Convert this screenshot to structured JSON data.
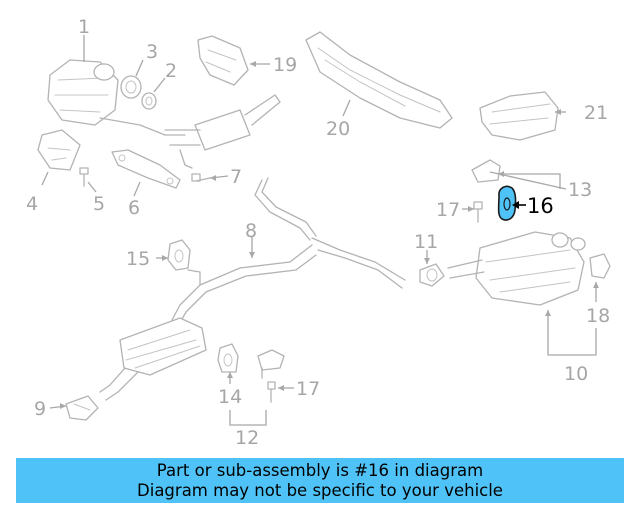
{
  "callouts": {
    "c1": "1",
    "c2": "2",
    "c3": "3",
    "c4": "4",
    "c5": "5",
    "c6": "6",
    "c7": "7",
    "c8": "8",
    "c9": "9",
    "c10": "10",
    "c11": "11",
    "c12": "12",
    "c13": "13",
    "c14": "14",
    "c15": "15",
    "c16": "16",
    "c17a": "17",
    "c17b": "17",
    "c18": "18",
    "c19": "19",
    "c20": "20",
    "c21": "21"
  },
  "highlight": {
    "part_number": "16",
    "color": "#4fc3f7"
  },
  "banner": {
    "line1": "Part or sub-assembly is #16 in diagram",
    "line2": "Diagram may not be specific to your vehicle",
    "color": "#4fc3f7"
  }
}
